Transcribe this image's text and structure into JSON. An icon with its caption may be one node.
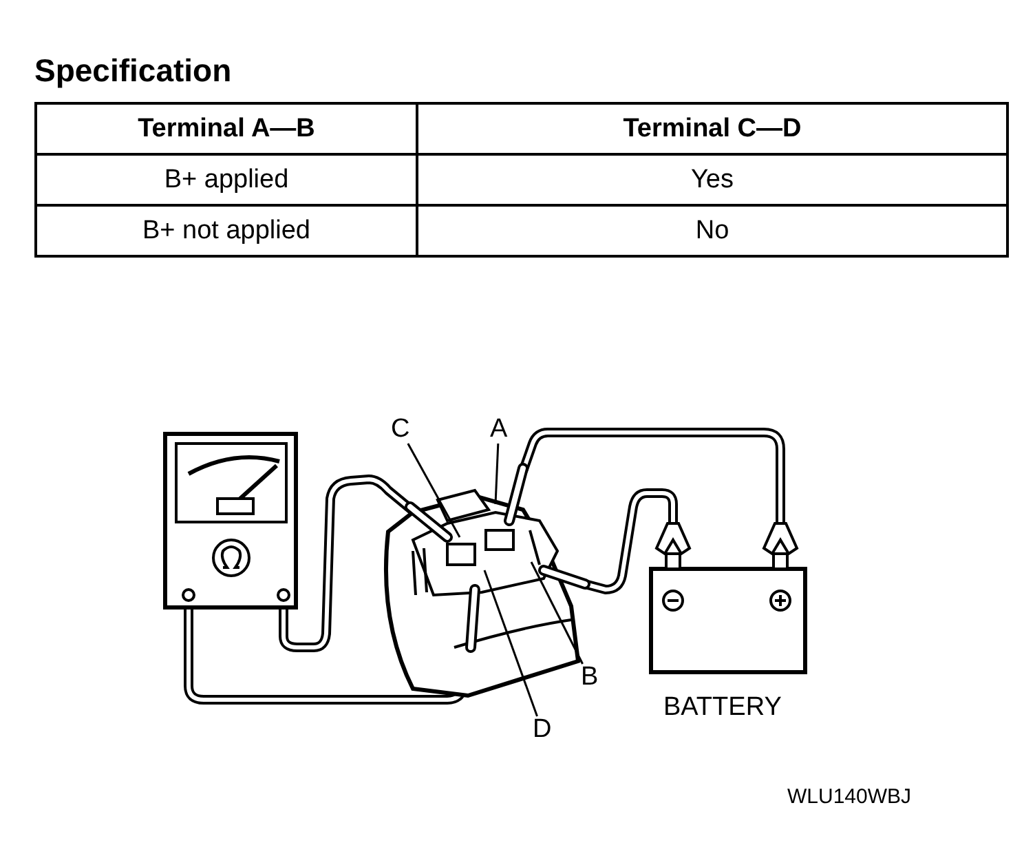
{
  "diagram": {
    "title": "Specification",
    "nodes": [
      {
        "text": [
          "C"
        ]
      },
      {
        "text": [
          "A"
        ]
      },
      {
        "text": [
          "B"
        ]
      },
      {
        "text": [
          "D"
        ]
      }
    ],
    "edges": [
      {
        "from": 0,
        "to": null,
        "arrow": "none"
      },
      {
        "from": 1,
        "to": null,
        "arrow": "none"
      },
      {
        "from": 2,
        "to": null,
        "arrow": "none"
      },
      {
        "from": 3,
        "to": null,
        "arrow": "none"
      }
    ],
    "labels": [
      "Terminal A—B",
      "Terminal C—D",
      "B+ applied",
      "Yes",
      "B+ not applied",
      "No",
      "BATTERY",
      "WLU140WBJ"
    ]
  }
}
